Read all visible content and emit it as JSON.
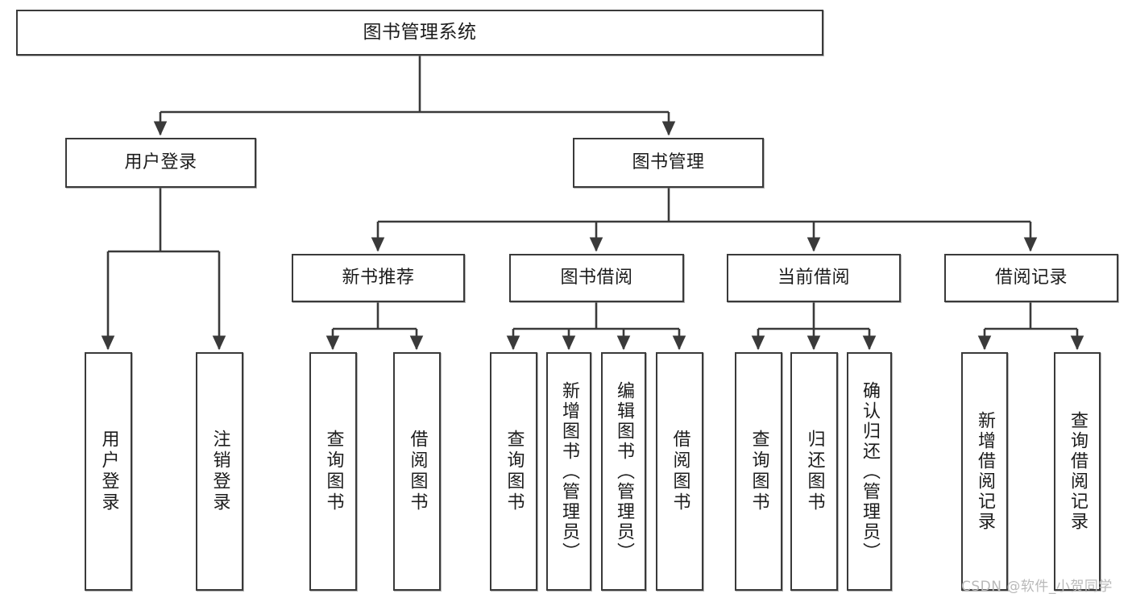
{
  "diagram": {
    "title": "图书管理系统",
    "type": "hierarchy-tree",
    "watermark": "CSDN @软件_小贺同学",
    "colors": {
      "box_border": "#3a3a3a",
      "box_fill": "#ffffff",
      "connector": "#3a3a3a",
      "text": "#1c1c1c",
      "watermark": "#b9b9b9"
    },
    "levels": {
      "level1": [
        "图书管理系统"
      ],
      "level2": [
        "用户登录",
        "图书管理"
      ],
      "level3": [
        "新书推荐",
        "图书借阅",
        "当前借阅",
        "借阅记录"
      ],
      "level4": [
        "用户登录",
        "注销登录",
        "查询图书",
        "借阅图书",
        "查询图书",
        "新增图书（管理员）",
        "编辑图书（管理员）",
        "借阅图书",
        "查询图书",
        "归还图书",
        "确认归还（管理员）",
        "新增借阅记录",
        "查询借阅记录"
      ]
    },
    "nodes": {
      "root": {
        "label": "图书管理系统"
      },
      "user_login": {
        "label": "用户登录"
      },
      "book_manage": {
        "label": "图书管理"
      },
      "new_book_rec": {
        "label": "新书推荐"
      },
      "book_borrow": {
        "label": "图书借阅"
      },
      "current_borrow": {
        "label": "当前借阅"
      },
      "borrow_record": {
        "label": "借阅记录"
      },
      "leaf_user_login": {
        "label": "用户登录"
      },
      "leaf_logout": {
        "label": "注销登录"
      },
      "leaf_query_book_1": {
        "label": "查询图书"
      },
      "leaf_borrow_book_1": {
        "label": "借阅图书"
      },
      "leaf_query_book_2": {
        "label": "查询图书"
      },
      "leaf_add_book": {
        "label": "新增图书（管理员）"
      },
      "leaf_edit_book": {
        "label": "编辑图书（管理员）"
      },
      "leaf_borrow_book_2": {
        "label": "借阅图书"
      },
      "leaf_query_book_3": {
        "label": "查询图书"
      },
      "leaf_return_book": {
        "label": "归还图书"
      },
      "leaf_confirm_return": {
        "label": "确认归还（管理员）"
      },
      "leaf_add_record": {
        "label": "新增借阅记录"
      },
      "leaf_query_record": {
        "label": "查询借阅记录"
      }
    }
  }
}
